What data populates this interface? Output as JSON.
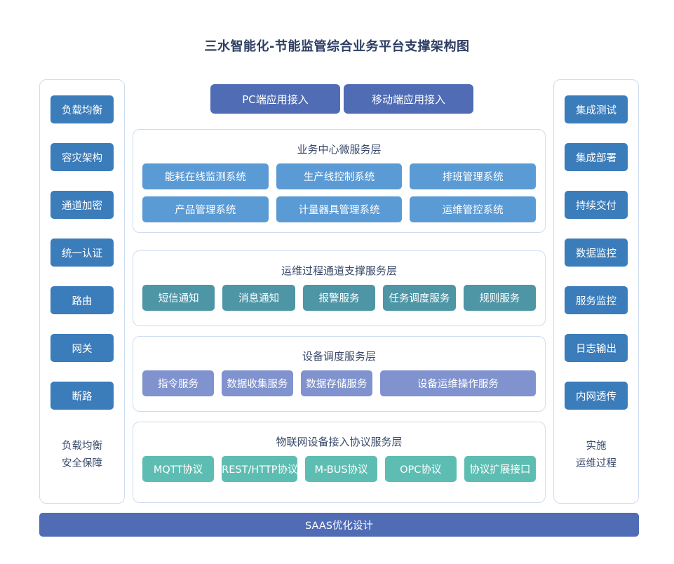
{
  "title": "三水智能化-节能监管综合业务平台支撑架构图",
  "colors": {
    "title_text": "#2e3f63",
    "side_chip": "#3b7cba",
    "access_button": "#4f6cb5",
    "business_node": "#5b9bd5",
    "ops_node": "#4e95a6",
    "device_node": "#8193ce",
    "iot_node": "#5ebdb2",
    "panel_border": "#cdddf0",
    "bottom_bar": "#4f6cb5"
  },
  "left_column": {
    "items": [
      {
        "label": "负载均衡"
      },
      {
        "label": "容灾架构"
      },
      {
        "label": "通道加密"
      },
      {
        "label": "统一认证"
      },
      {
        "label": "路由"
      },
      {
        "label": "网关"
      },
      {
        "label": "断路"
      }
    ],
    "footer_line1": "负载均衡",
    "footer_line2": "安全保障"
  },
  "right_column": {
    "items": [
      {
        "label": "集成测试"
      },
      {
        "label": "集成部署"
      },
      {
        "label": "持续交付"
      },
      {
        "label": "数据监控"
      },
      {
        "label": "服务监控"
      },
      {
        "label": "日志输出"
      },
      {
        "label": "内网透传"
      }
    ],
    "footer_line1": "实施",
    "footer_line2": "运维过程"
  },
  "access": {
    "pc": "PC端应用接入",
    "mobile": "移动端应用接入"
  },
  "layers": {
    "business": {
      "title": "业务中心微服务层",
      "row1": [
        {
          "label": "能耗在线监测系统"
        },
        {
          "label": "生产线控制系统"
        },
        {
          "label": "排班管理系统"
        }
      ],
      "row2": [
        {
          "label": "产品管理系统"
        },
        {
          "label": "计量器具管理系统"
        },
        {
          "label": "运维管控系统"
        }
      ]
    },
    "ops": {
      "title": "运维过程通道支撑服务层",
      "row1": [
        {
          "label": "短信通知"
        },
        {
          "label": "消息通知"
        },
        {
          "label": "报警服务"
        },
        {
          "label": "任务调度服务"
        },
        {
          "label": "规则服务"
        }
      ]
    },
    "device": {
      "title": "设备调度服务层",
      "row1": [
        {
          "label": "指令服务"
        },
        {
          "label": "数据收集服务"
        },
        {
          "label": "数据存储服务"
        },
        {
          "label": "设备运维操作服务"
        }
      ]
    },
    "iot": {
      "title": "物联网设备接入协议服务层",
      "row1": [
        {
          "label": "MQTT协议"
        },
        {
          "label": "REST/HTTP协议"
        },
        {
          "label": "M-BUS协议"
        },
        {
          "label": "OPC协议"
        },
        {
          "label": "协议扩展接口"
        }
      ]
    }
  },
  "bottom_bar": {
    "label": "SAAS优化设计"
  }
}
